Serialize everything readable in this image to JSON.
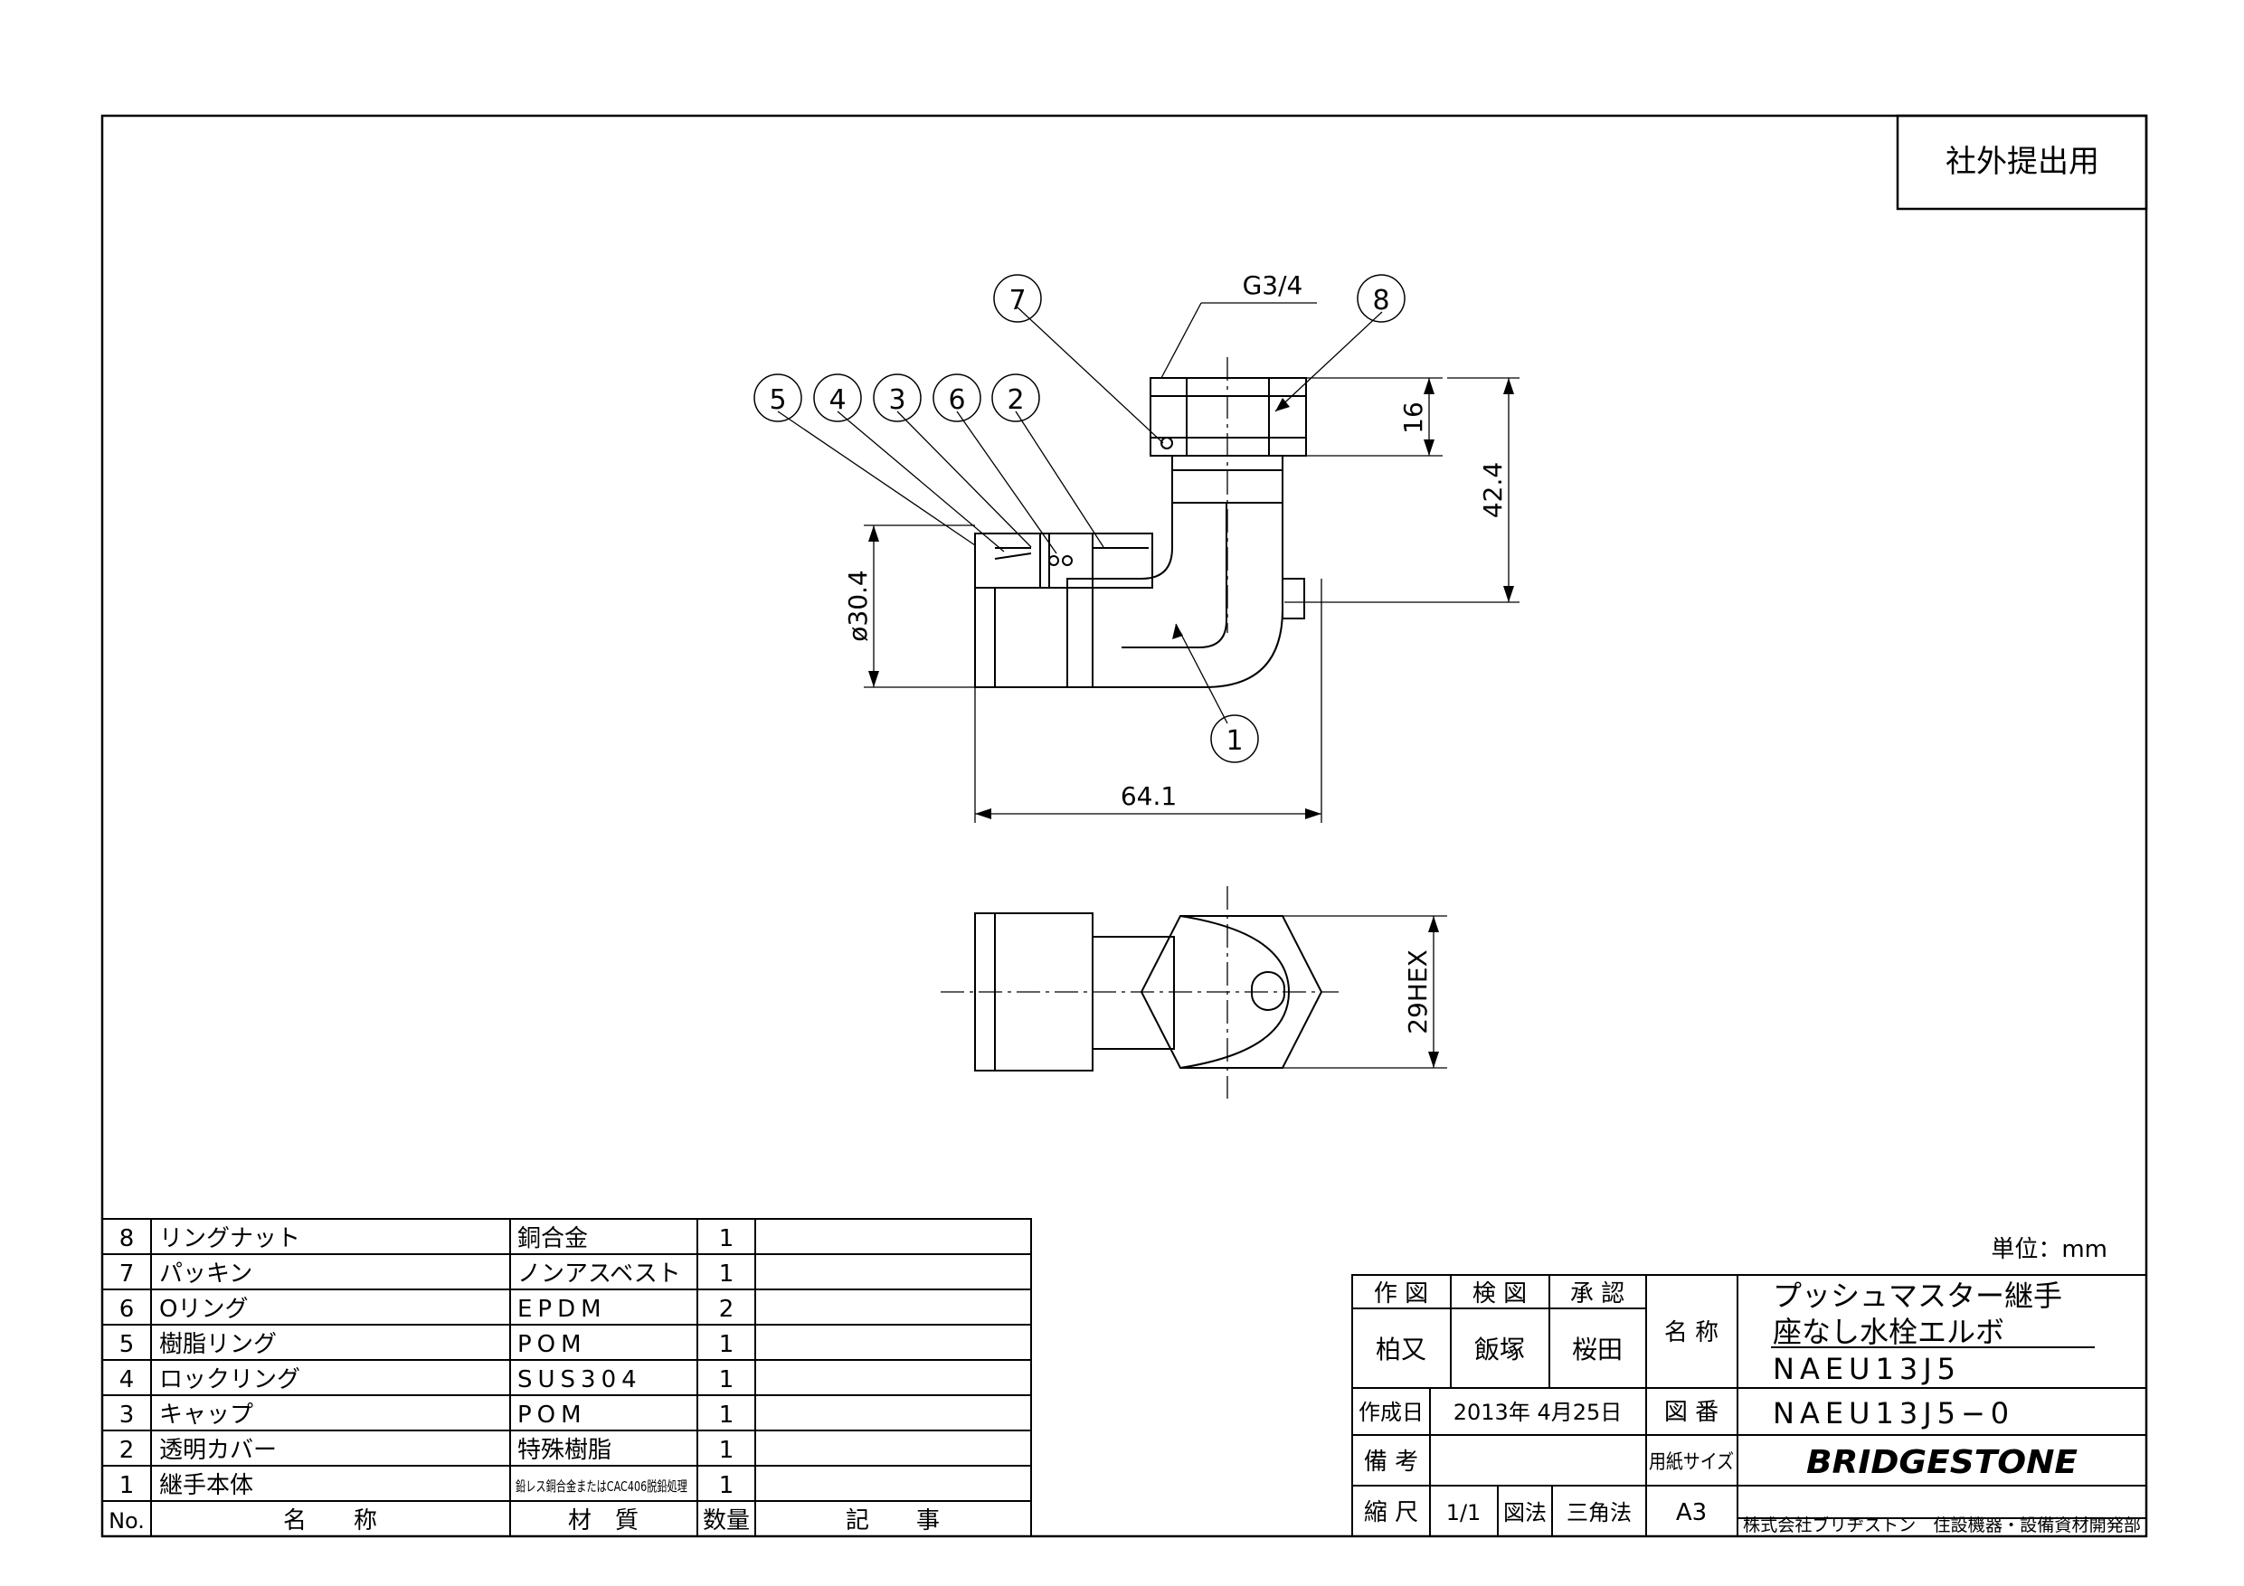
{
  "stamp": "社外提出用",
  "unit": "単位：mm",
  "callouts": [
    "1",
    "2",
    "3",
    "4",
    "5",
    "6",
    "7",
    "8"
  ],
  "dimensions": {
    "thread": "G3/4",
    "d16": "16",
    "d42": "42.4",
    "d30": "ø30.4",
    "d64": "64.1",
    "hex": "29HEX"
  },
  "parts": {
    "rows": [
      {
        "no": "8",
        "name": "リングナット",
        "material": "銅合金",
        "qty": "1",
        "note": ""
      },
      {
        "no": "7",
        "name": "パッキン",
        "material": "ノンアスベスト",
        "qty": "1",
        "note": ""
      },
      {
        "no": "6",
        "name": "Oリング",
        "material": "EPDM",
        "qty": "2",
        "note": ""
      },
      {
        "no": "5",
        "name": "樹脂リング",
        "material": "POM",
        "qty": "1",
        "note": ""
      },
      {
        "no": "4",
        "name": "ロックリング",
        "material": "SUS304",
        "qty": "1",
        "note": ""
      },
      {
        "no": "3",
        "name": "キャップ",
        "material": "POM",
        "qty": "1",
        "note": ""
      },
      {
        "no": "2",
        "name": "透明カバー",
        "material": "特殊樹脂",
        "qty": "1",
        "note": ""
      },
      {
        "no": "1",
        "name": "継手本体",
        "material": "鉛レス銅合金またはCAC406脱鉛処理",
        "qty": "1",
        "note": ""
      }
    ],
    "headers": {
      "no": "No.",
      "name": "名　　称",
      "material": "材　質",
      "qty": "数量",
      "note": "記　　事"
    }
  },
  "title_block": {
    "drawn_label": "作 図",
    "checked_label": "検 図",
    "approved_label": "承 認",
    "drawn_by": "柏又",
    "checked_by": "飯塚",
    "approved_by": "桜田",
    "name_label": "名 称",
    "name_line1": "プッシュマスター継手",
    "name_line2": "座なし水栓エルボ",
    "model": "NAEU13J5",
    "date_label": "作成日",
    "date": "2013年 4月25日",
    "drawing_no_label": "図 番",
    "drawing_no": "NAEU13J5−0",
    "remarks_label": "備 考",
    "remarks": "",
    "paper_label": "用紙サイズ",
    "brand": "BRIDGESTONE",
    "scale_label": "縮 尺",
    "scale": "1/1",
    "method_label": "図法",
    "method": "三角法",
    "paper_size": "A3",
    "company": "株式会社ブリヂストン　住設機器・設備資材開発部"
  }
}
